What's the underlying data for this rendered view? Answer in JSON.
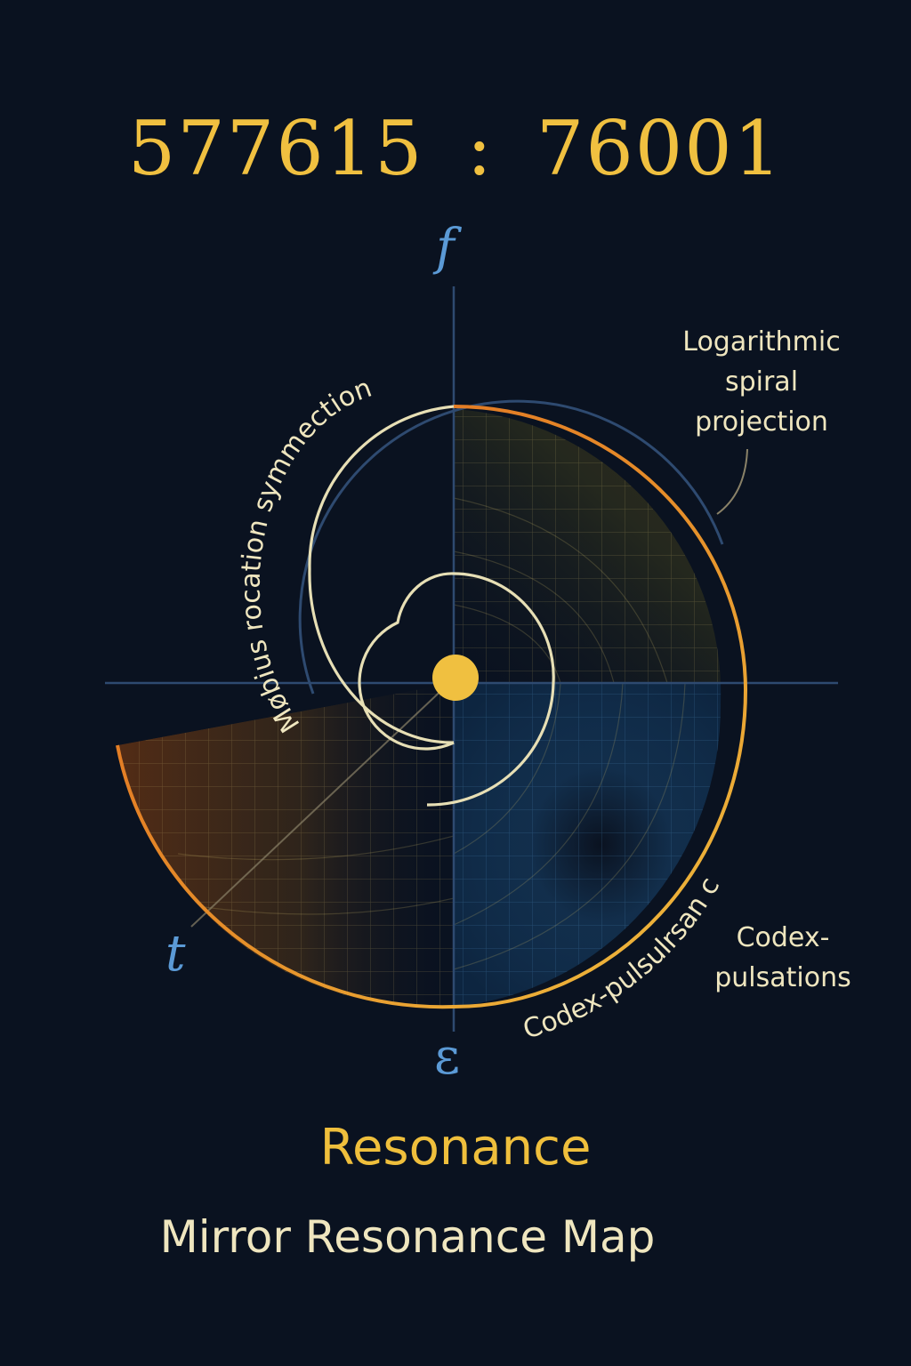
{
  "ratio": {
    "left": "577615",
    "separator": ":",
    "right": "76001"
  },
  "axes": {
    "top": "f",
    "bottom": "ε",
    "lower_left": "t"
  },
  "annotations": {
    "logarithmic_spiral": {
      "line1": "Logarithmic",
      "line2": "spiral",
      "line3": "projection"
    },
    "codex": {
      "line1": "Codex-",
      "line2": "pulsations"
    }
  },
  "curve_labels": {
    "mobius": "Møbius rocation symmection",
    "codex_curve": "Codex-pulsulrsan c"
  },
  "heading": "Resonance",
  "subheading": "Mirror Resonance Map",
  "colors": {
    "background": "#0a1220",
    "accent_gold": "#f0c040",
    "axis_blue": "#5b9ad6",
    "spiral_cream": "#e7dfb5",
    "outer_orange": "#e06a20",
    "outer_blue": "#2e4a70"
  }
}
